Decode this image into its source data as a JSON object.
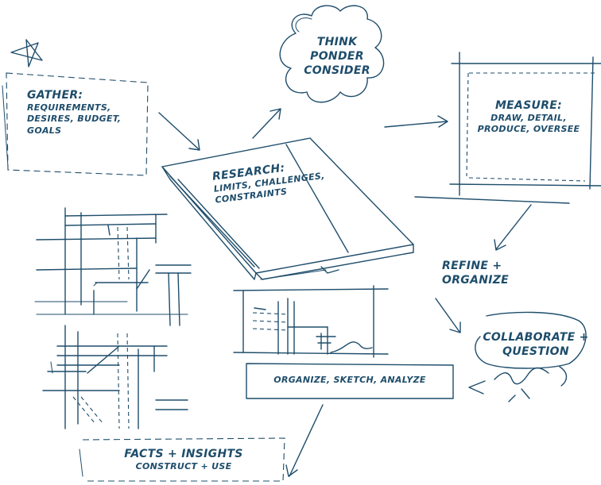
{
  "gather": {
    "title": "Gather:",
    "lines": [
      "Requirements,",
      "desires, budget,",
      "goals"
    ]
  },
  "think": {
    "lines": [
      "Think",
      "ponder",
      "consider"
    ]
  },
  "measure": {
    "title": "Measure:",
    "lines": [
      "draw, detail,",
      "produce, oversee"
    ]
  },
  "research": {
    "title": "Research:",
    "lines": [
      "limits, challenges,",
      "constraints"
    ]
  },
  "refine": {
    "lines": [
      "Refine +",
      "Organize"
    ]
  },
  "collaborate": {
    "lines": [
      "Collaborate +",
      "question"
    ]
  },
  "organize": {
    "text": "Organize, sketch, analyze"
  },
  "facts": {
    "title": "Facts + insights",
    "subtitle": "construct + use"
  },
  "colors": {
    "ink": "#1e4d6b",
    "paper": "#ffffff"
  }
}
